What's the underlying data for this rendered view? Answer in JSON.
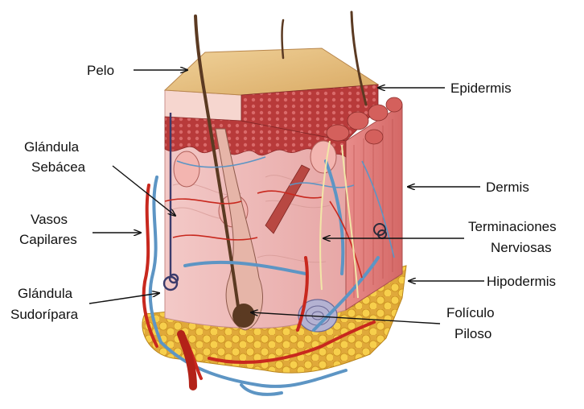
{
  "diagram": {
    "labels": {
      "pelo": "Pelo",
      "epidermis": "Epidermis",
      "glandula_sebacea": [
        "Glándula",
        "Sebácea"
      ],
      "dermis": "Dermis",
      "vasos_capilares": [
        "Vasos",
        "Capilares"
      ],
      "terminaciones_nerviosas": [
        "Terminaciones",
        "Nerviosas"
      ],
      "hipodermis": "Hipodermis",
      "glandula_sudoripara": [
        "Glándula",
        "Sudorípara"
      ],
      "foliculo_piloso": [
        "Folículo",
        "Piloso"
      ]
    },
    "colors": {
      "epidermis_top": "#e8c382",
      "epidermis_side": "#f2c9c4",
      "dermis": "#f0c3c0",
      "dermis_dark": "#c8463f",
      "fat": "#f5c842",
      "artery": "#c8281e",
      "vein": "#5d95c4",
      "hair": "#5b3a22"
    }
  }
}
